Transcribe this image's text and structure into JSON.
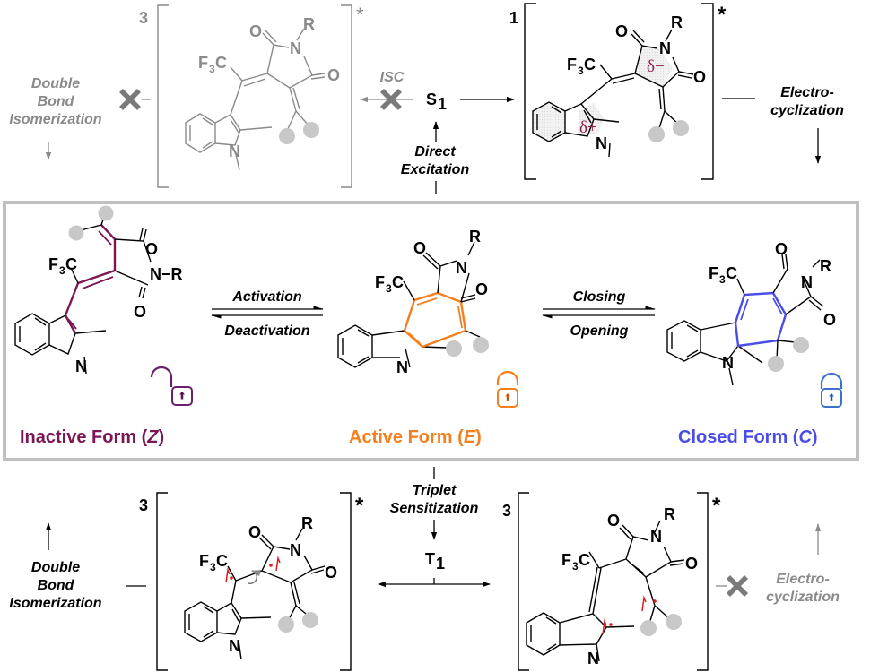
{
  "title": "Photoswitch activation pathways (Z / E / C forms)",
  "colors": {
    "inactive": "#7b1553",
    "active": "#f47f1c",
    "closed": "#4a4ce8",
    "lock_closed": "#3a73c9",
    "inactive_lock": "#6a1f6b",
    "faded": "#8a8a8a",
    "radical": "#e01b1b",
    "box_border": "#c0c0c0",
    "substituent": "#bdbdbd"
  },
  "top_row": {
    "left_state": {
      "multiplicity": "3",
      "star": "*",
      "faded": true,
      "atoms": {
        "cf3": "F",
        "cf3_sub": "3",
        "cf3_c": "C",
        "o1": "O",
        "o2": "O",
        "n_imide": "N",
        "r": "R",
        "n_indole": "N"
      }
    },
    "right_state": {
      "multiplicity": "1",
      "star": "*",
      "delta_plus": "δ+",
      "delta_minus": "δ−",
      "atoms": {
        "cf3": "F",
        "cf3_sub": "3",
        "cf3_c": "C",
        "o1": "O",
        "o2": "O",
        "n_imide": "N",
        "r": "R",
        "n_indole": "N"
      }
    },
    "s1": {
      "label": "S",
      "subscript": "1"
    },
    "isc_label": "ISC",
    "direct_excitation": [
      "Direct",
      "Excitation"
    ],
    "double_bond_isomerization": [
      "Double",
      "Bond",
      "Isomerization"
    ],
    "electrocyclization": [
      "Electro-",
      "cyclization"
    ]
  },
  "middle_row": {
    "inactive": {
      "label_prefix": "Inactive Form (",
      "label_italic": "Z",
      "label_suffix": ")",
      "lock_state": "open",
      "atoms": {
        "cf3": "F",
        "cf3_sub": "3",
        "cf3_c": "C",
        "o1": "O",
        "o2": "O",
        "nr": "N−R",
        "n_indole": "N"
      }
    },
    "active": {
      "label_prefix": "Active Form (",
      "label_italic": "E",
      "label_suffix": ")",
      "lock_state": "open",
      "atoms": {
        "cf3": "F",
        "cf3_sub": "3",
        "cf3_c": "C",
        "o1": "O",
        "o2": "O",
        "n_imide": "N",
        "r": "R",
        "n_indole": "N"
      }
    },
    "closed": {
      "label_prefix": "Closed Form (",
      "label_italic": "C",
      "label_suffix": ")",
      "lock_state": "closed",
      "atoms": {
        "cf3": "F",
        "cf3_sub": "3",
        "cf3_c": "C",
        "o1": "O",
        "o2": "O",
        "n_imide": "N",
        "r": "R",
        "n_indole": "N"
      }
    },
    "arrow1": {
      "forward": "Activation",
      "reverse": "Deactivation"
    },
    "arrow2": {
      "forward": "Closing",
      "reverse": "Opening"
    }
  },
  "bottom_row": {
    "left_state": {
      "multiplicity": "3",
      "star": "*",
      "atoms": {
        "cf3": "F",
        "cf3_sub": "3",
        "cf3_c": "C",
        "o1": "O",
        "o2": "O",
        "n_imide": "N",
        "r": "R",
        "n_indole": "N"
      }
    },
    "right_state": {
      "multiplicity": "3",
      "star": "*",
      "atoms": {
        "cf3": "F",
        "cf3_sub": "3",
        "cf3_c": "C",
        "o1": "O",
        "o2": "O",
        "n_imide": "N",
        "r": "R",
        "n_indole": "N"
      }
    },
    "t1": {
      "label": "T",
      "subscript": "1"
    },
    "triplet_sensitization": [
      "Triplet",
      "Sensitization"
    ],
    "double_bond_isomerization": [
      "Double",
      "Bond",
      "Isomerization"
    ],
    "electrocyclization": [
      "Electro-",
      "cyclization"
    ]
  }
}
